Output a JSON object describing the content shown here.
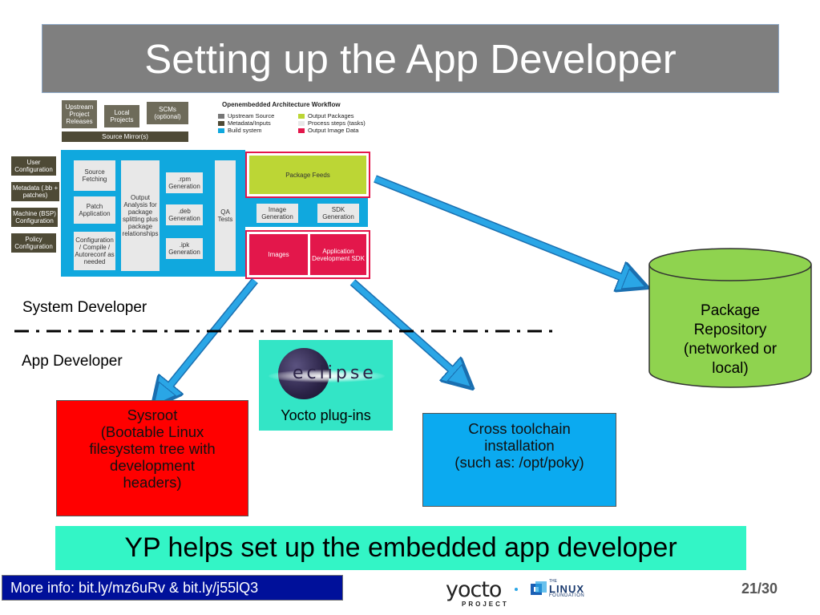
{
  "title": "Setting up the App Developer",
  "workflow": {
    "sources": [
      "Upstream Project Releases",
      "Local Projects",
      "SCMs (optional)"
    ],
    "source_mirror": "Source Mirror(s)",
    "inputs": [
      "User Configuration",
      "Metadata (.bb + patches)",
      "Machine (BSP) Configuration",
      "Policy Configuration"
    ],
    "steps": [
      "Source Fetching",
      "Patch Application",
      "Configuration / Compile / Autoreconf as needed"
    ],
    "analysis": "Output Analysis for package splitting plus package relationships",
    "generation": [
      ".rpm Generation",
      ".deb Generation",
      ".ipk Generation"
    ],
    "qa": "QA Tests",
    "package_feeds": "Package Feeds",
    "image_generation": "Image Generation",
    "sdk_generation": "SDK Generation",
    "images": "Images",
    "app_sdk": "Application Development SDK",
    "legend": {
      "title": "Openembedded Architecture Workflow",
      "items": [
        "Upstream Source",
        "Metadata/Inputs",
        "Build system",
        "Output Packages",
        "Process steps (tasks)",
        "Output Image Data"
      ]
    },
    "colors": {
      "dark": "#4e4a36",
      "build": "#10a8de",
      "lime": "#bcd635",
      "pink": "#e3174b",
      "grey": "#e8e8e8",
      "upstream": "#777777"
    }
  },
  "labels": {
    "system_developer": "System Developer",
    "app_developer": "App Developer"
  },
  "package_repository": [
    "Package",
    "Repository",
    "(networked or",
    "local)"
  ],
  "sysroot": [
    "Sysroot",
    "(Bootable Linux",
    "filesystem tree with",
    "development",
    "headers)"
  ],
  "cross_toolchain": [
    "Cross toolchain",
    "installation",
    "(such as: /opt/poky)"
  ],
  "eclipse": {
    "logo_text": "eclipse",
    "caption": "Yocto plug-ins"
  },
  "tagline": "YP helps set up the embedded app developer",
  "footer": {
    "more_info": "More info: bit.ly/mz6uRv & bit.ly/j55lQ3",
    "yocto": "yocto",
    "yocto_sub": "PROJECT",
    "linux_small": "THE",
    "linux": "LINUX",
    "linux_foundation": "FOUNDATION",
    "page": "21/30"
  }
}
